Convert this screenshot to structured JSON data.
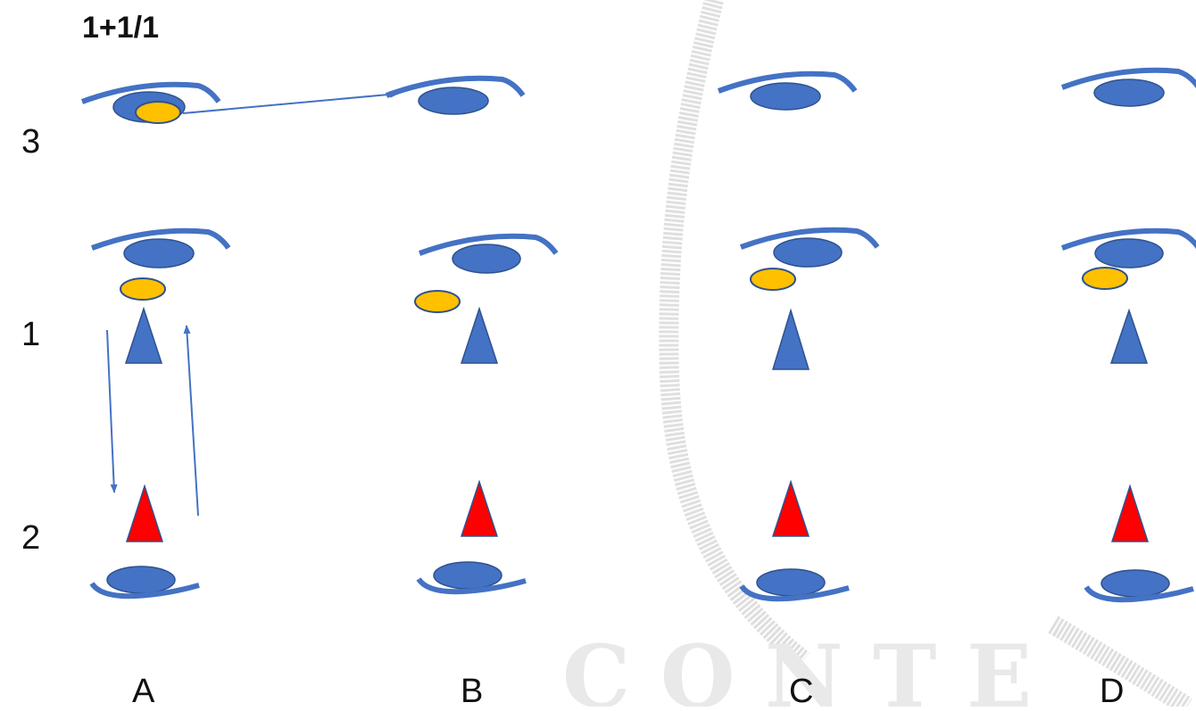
{
  "title": "1+1/1",
  "rows": [
    "3",
    "1",
    "2"
  ],
  "columns": [
    "A",
    "B",
    "C",
    "D"
  ],
  "colors": {
    "player": "#4472c4",
    "player_outline": "#2f528f",
    "ball": "#ffc000",
    "ball_outline": "#2f528f",
    "cone_blue": "#4472c4",
    "cone_red": "#ff0000",
    "arrow": "#4472c4",
    "watermark": "#b8b8b8"
  },
  "icons": {
    "player": "player-icon",
    "ball": "ball-icon",
    "cone": "cone-icon",
    "arrow": "arrow-icon"
  }
}
